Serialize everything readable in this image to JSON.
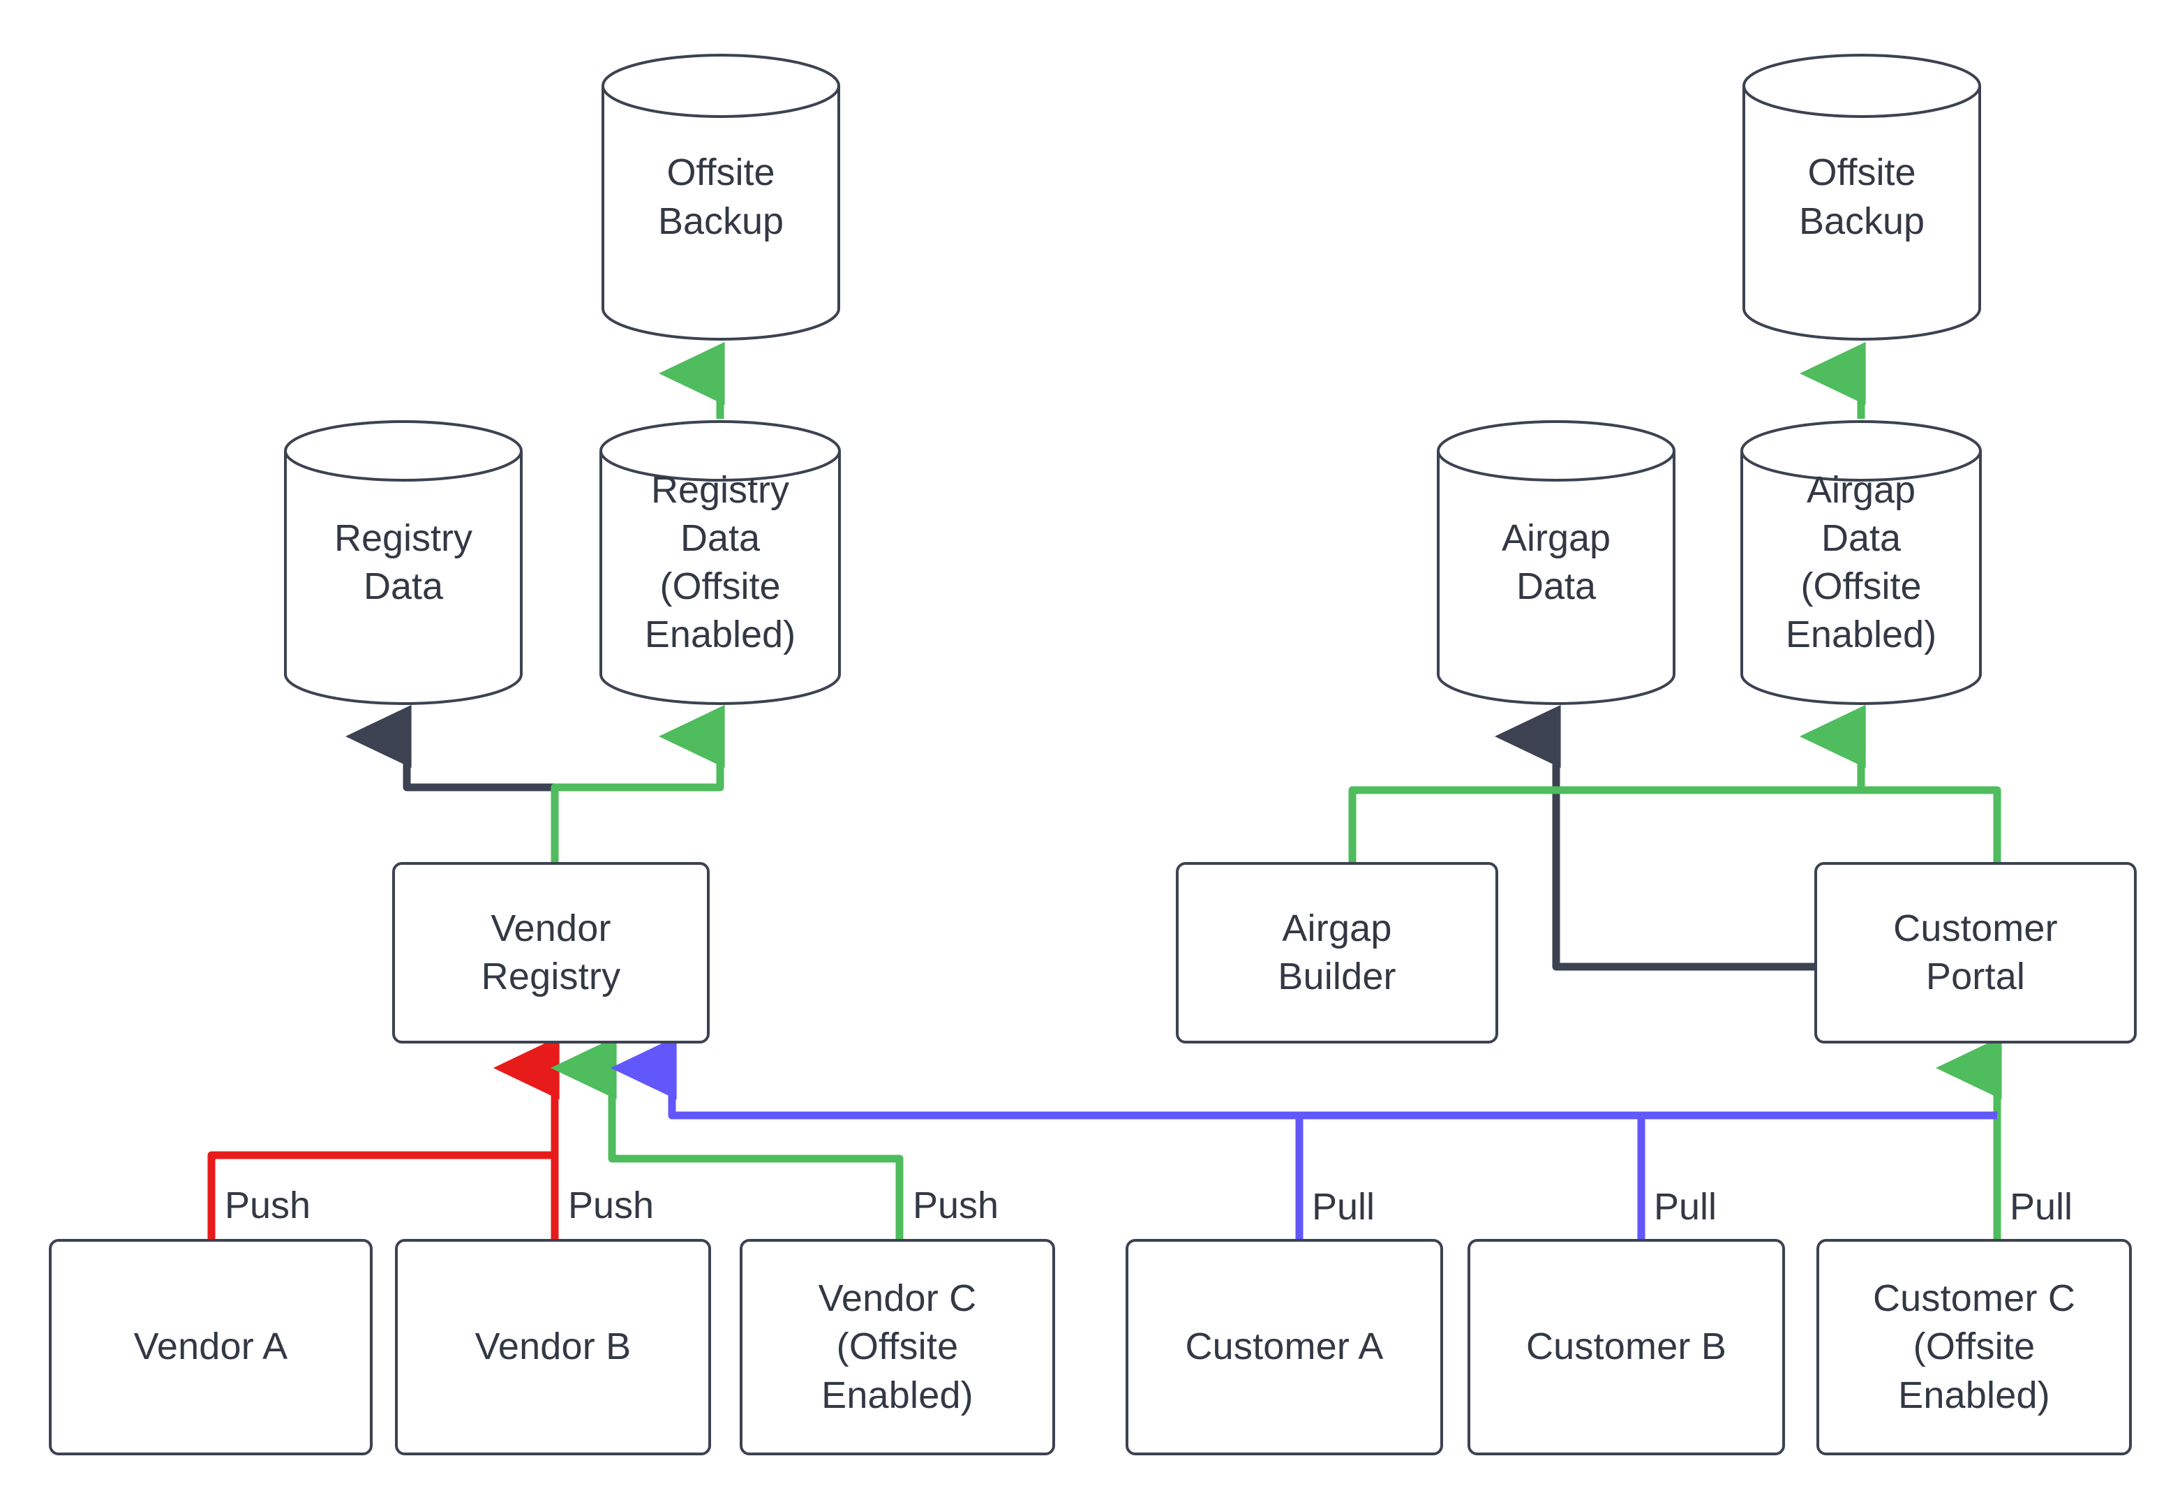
{
  "diagram": {
    "title": "Vendor / Customer registry replication and offsite backup flow",
    "background": "#ffffff",
    "colors": {
      "node_stroke": "#3c4251",
      "node_fill": "#ffffff",
      "text": "#333844",
      "edge_dark": "#3c4251",
      "edge_green": "#4FBC5D",
      "edge_red": "#E81B1B",
      "edge_blue": "#6257FB"
    }
  },
  "nodes": {
    "offsite_backup_left": {
      "label": "Offsite\nBackup",
      "shape": "cylinder"
    },
    "offsite_backup_right": {
      "label": "Offsite\nBackup",
      "shape": "cylinder"
    },
    "registry_data": {
      "label": "Registry\nData",
      "shape": "cylinder"
    },
    "registry_data_offsite": {
      "label": "Registry\nData\n(Offsite\nEnabled)",
      "shape": "cylinder"
    },
    "airgap_data": {
      "label": "Airgap\nData",
      "shape": "cylinder"
    },
    "airgap_data_offsite": {
      "label": "Airgap\nData\n(Offsite\nEnabled)",
      "shape": "cylinder"
    },
    "vendor_registry": {
      "label": "Vendor\nRegistry",
      "shape": "box"
    },
    "airgap_builder": {
      "label": "Airgap\nBuilder",
      "shape": "box"
    },
    "customer_portal": {
      "label": "Customer\nPortal",
      "shape": "box"
    },
    "vendor_a": {
      "label": "Vendor A",
      "shape": "box"
    },
    "vendor_b": {
      "label": "Vendor B",
      "shape": "box"
    },
    "vendor_c": {
      "label": "Vendor C\n(Offsite\nEnabled)",
      "shape": "box"
    },
    "customer_a": {
      "label": "Customer A",
      "shape": "box"
    },
    "customer_b": {
      "label": "Customer B",
      "shape": "box"
    },
    "customer_c": {
      "label": "Customer C\n(Offsite\nEnabled)",
      "shape": "box"
    }
  },
  "edge_labels": {
    "vendor_a_push": "Push",
    "vendor_b_push": "Push",
    "vendor_c_push": "Push",
    "customer_a_pull": "Pull",
    "customer_b_pull": "Pull",
    "customer_c_pull": "Pull"
  },
  "edges": [
    {
      "from": "registry_data_offsite",
      "to": "offsite_backup_left",
      "color": "#4FBC5D",
      "label": ""
    },
    {
      "from": "airgap_data_offsite",
      "to": "offsite_backup_right",
      "color": "#4FBC5D",
      "label": ""
    },
    {
      "from": "vendor_registry",
      "to": "registry_data",
      "color": "#3c4251",
      "label": ""
    },
    {
      "from": "vendor_registry",
      "to": "registry_data_offsite",
      "color": "#4FBC5D",
      "label": ""
    },
    {
      "from": "customer_portal",
      "to": "airgap_data",
      "color": "#3c4251",
      "label": ""
    },
    {
      "from": "airgap_builder",
      "to": "airgap_data_offsite",
      "color": "#4FBC5D",
      "label": ""
    },
    {
      "from": "customer_portal",
      "to": "airgap_data_offsite",
      "color": "#4FBC5D",
      "label": ""
    },
    {
      "from": "vendor_a",
      "to": "vendor_registry",
      "color": "#E81B1B",
      "label": "Push"
    },
    {
      "from": "vendor_b",
      "to": "vendor_registry",
      "color": "#E81B1B",
      "label": "Push"
    },
    {
      "from": "vendor_c",
      "to": "vendor_registry",
      "color": "#4FBC5D",
      "label": "Push"
    },
    {
      "from": "customer_a",
      "to": "vendor_registry",
      "color": "#6257FB",
      "label": "Pull"
    },
    {
      "from": "customer_b",
      "to": "vendor_registry",
      "color": "#6257FB",
      "label": "Pull"
    },
    {
      "from": "customer_c",
      "to": "customer_portal",
      "color": "#4FBC5D",
      "label": "Pull"
    }
  ]
}
